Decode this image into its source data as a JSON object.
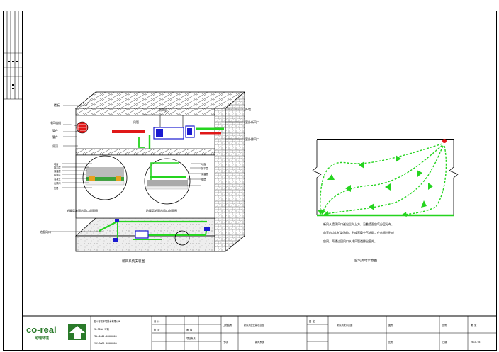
{
  "drawing": {
    "main_caption": "新风系统安装图",
    "flow_caption": "空气流动示意图",
    "flow_note_lines": [
      "新风从墙顶风口送出后向上方，沿着墙面空气分层分布，",
      "向室内均匀扩散流动，形成置换空气流动，在房间内形成",
      "空间，再通过回风口从排风管道排出室外。"
    ],
    "callouts": {
      "ceiling": "楼板",
      "floor_slab": "楼层",
      "wall": "外墙",
      "host_unit": "新风机",
      "duct": "风管",
      "outdoor_intake": "室外新风口",
      "outdoor_exhaust": "室外排风口",
      "left_a": "排风机组",
      "left_b": "管件",
      "left_c": "管件",
      "left_d": "吊顶",
      "detail_left_title": "地暖层地面出风口剖面图",
      "detail_right_title": "地暖层地面出风口剖面图",
      "floor_vent": "地面风口",
      "layer_labels_left": [
        "地面",
        "找平层",
        "保温层",
        "铝箔层",
        "混凝土",
        "出风口",
        "垫层"
      ],
      "layer_labels_right": [
        "地面",
        "找平层",
        "保温层",
        "垫层"
      ]
    }
  },
  "title_block": {
    "company_name": "四川可瑞环境技术有限公司",
    "company_lines": [
      "CO-REAL 可瑞",
      "TEL:0000-00000000",
      "FAX:0000-00000000"
    ],
    "logo_text": "co-real",
    "logo_sub": "可瑞环境",
    "rows": [
      [
        "设 计",
        "",
        "审 核",
        ""
      ],
      [
        "校 对",
        "",
        "项目负责",
        ""
      ]
    ],
    "project_label": "工程名称",
    "project_value": "新风系统安装示意图",
    "drawing_label": "图 名",
    "drawing_value": "新风系统示意图",
    "item_label": "子项",
    "item_value": "新风系统",
    "no_label": "图号",
    "no_value": "",
    "scale_label": "比例",
    "scale_value": "",
    "date_label": "日期",
    "date_value": "2014.03",
    "sheet_label": "第  张",
    "sheet_value": ""
  },
  "colors": {
    "duct_green": "#25d41f",
    "duct_red": "#e01818",
    "unit_blue": "#1a1ad0",
    "hatch": "#555555",
    "frame": "#000000"
  }
}
